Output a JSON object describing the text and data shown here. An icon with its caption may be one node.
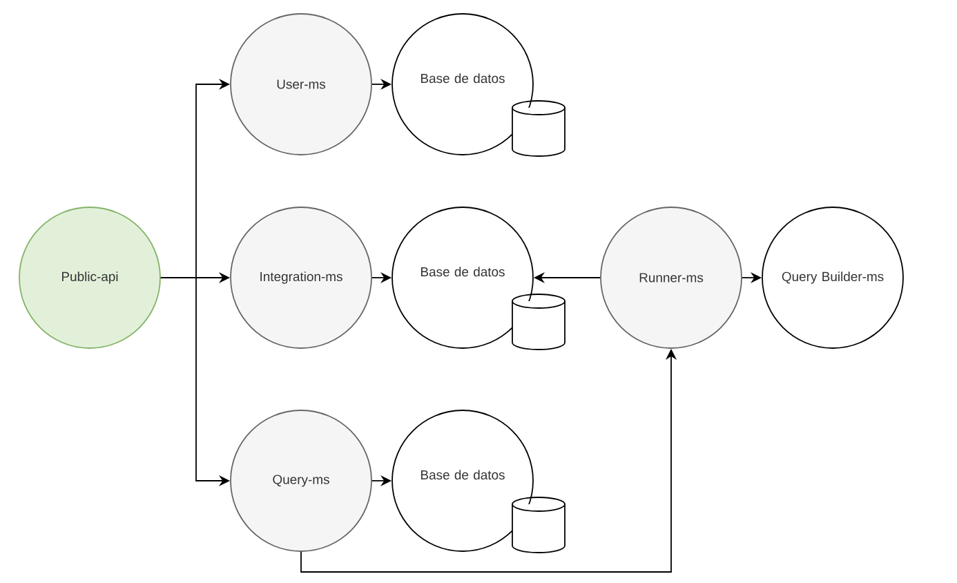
{
  "diagram": {
    "nodes": [
      {
        "text": [
          "Public-api"
        ]
      },
      {
        "text": [
          "User-ms"
        ]
      },
      {
        "text": [
          "Integration-ms"
        ]
      },
      {
        "text": [
          "Query-ms"
        ]
      },
      {
        "text": [
          "Base de datos"
        ]
      },
      {
        "text": [
          "Base de datos"
        ]
      },
      {
        "text": [
          "Base de datos"
        ]
      },
      {
        "text": [
          "Runner-ms"
        ]
      },
      {
        "text": [
          "Query Builder-ms"
        ]
      }
    ],
    "edges": [
      {
        "from": 0,
        "to": 1,
        "arrow": "to"
      },
      {
        "from": 0,
        "to": 2,
        "arrow": "to"
      },
      {
        "from": 0,
        "to": 3,
        "arrow": "to"
      },
      {
        "from": 1,
        "to": 4,
        "arrow": "to"
      },
      {
        "from": 2,
        "to": 5,
        "arrow": "to"
      },
      {
        "from": 3,
        "to": 6,
        "arrow": "to"
      },
      {
        "from": 7,
        "to": 5,
        "arrow": "to"
      },
      {
        "from": 7,
        "to": 8,
        "arrow": "to"
      },
      {
        "from": 3,
        "to": 7,
        "arrow": "to"
      }
    ]
  }
}
